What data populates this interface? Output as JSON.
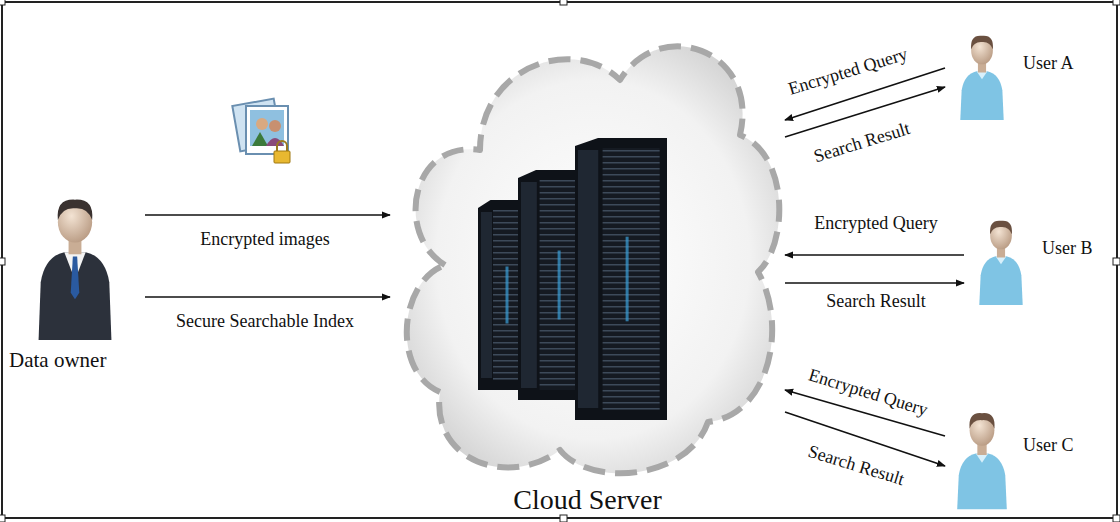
{
  "diagram": {
    "nodes": [
      {
        "text": [
          "Data owner"
        ]
      },
      {
        "text": [
          "Cloud Server"
        ]
      },
      {
        "text": [
          "User A"
        ]
      },
      {
        "text": [
          "User B"
        ]
      },
      {
        "text": [
          "User C"
        ]
      }
    ],
    "edges": [
      {
        "from": 0,
        "to": 1,
        "label": "Encrypted images",
        "arrow": "to"
      },
      {
        "from": 0,
        "to": 1,
        "label": "Secure Searchable Index",
        "arrow": "to"
      },
      {
        "from": 2,
        "to": 1,
        "label": "Encrypted Query",
        "arrow": "to"
      },
      {
        "from": 1,
        "to": 2,
        "label": "Search Result",
        "arrow": "to"
      },
      {
        "from": 3,
        "to": 1,
        "label": "Encrypted Query",
        "arrow": "to"
      },
      {
        "from": 1,
        "to": 3,
        "label": "Search Result",
        "arrow": "to"
      },
      {
        "from": 4,
        "to": 1,
        "label": "Encrypted Query",
        "arrow": "to"
      },
      {
        "from": 1,
        "to": 4,
        "label": "Search Result",
        "arrow": "to"
      }
    ]
  }
}
